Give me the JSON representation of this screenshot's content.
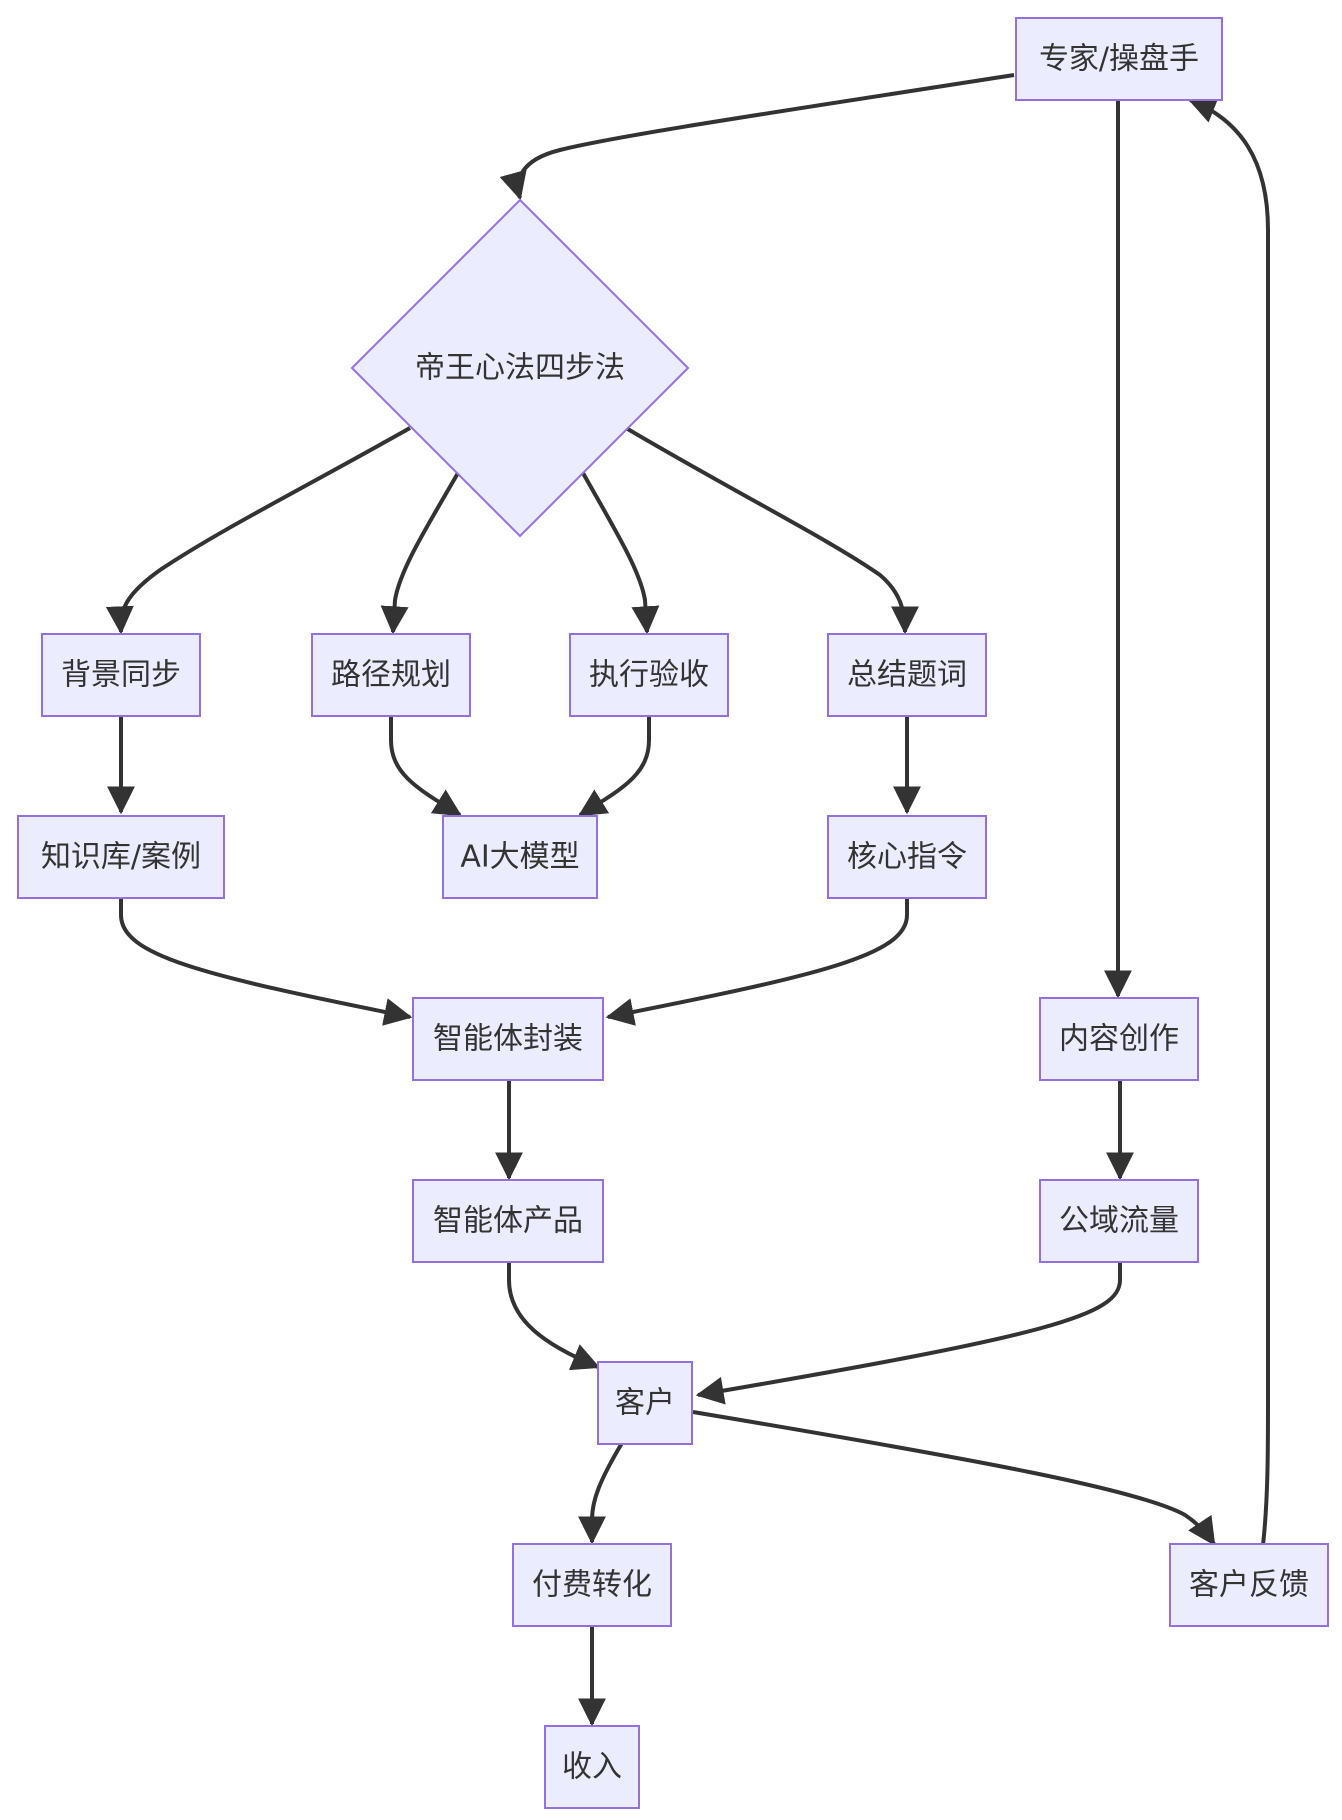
{
  "colors": {
    "node_fill": "#ECECFF",
    "node_border": "#9370DB",
    "edge": "#333333",
    "text": "#333333"
  },
  "nodes": {
    "expert": "专家/操盘手",
    "method": "帝王心法四步法",
    "background": "背景同步",
    "path": "路径规划",
    "execute": "执行验收",
    "summary": "总结题词",
    "knowledge": "知识库/案例",
    "ai_model": "AI大模型",
    "core": "核心指令",
    "package": "智能体封装",
    "content": "内容创作",
    "product": "智能体产品",
    "traffic": "公域流量",
    "customer": "客户",
    "payment": "付费转化",
    "feedback": "客户反馈",
    "income": "收入"
  },
  "edges": [
    {
      "from": "expert",
      "to": "method"
    },
    {
      "from": "expert",
      "to": "content"
    },
    {
      "from": "method",
      "to": "background"
    },
    {
      "from": "method",
      "to": "path"
    },
    {
      "from": "method",
      "to": "execute"
    },
    {
      "from": "method",
      "to": "summary"
    },
    {
      "from": "background",
      "to": "knowledge"
    },
    {
      "from": "path",
      "to": "ai_model"
    },
    {
      "from": "execute",
      "to": "ai_model"
    },
    {
      "from": "summary",
      "to": "core"
    },
    {
      "from": "knowledge",
      "to": "package"
    },
    {
      "from": "core",
      "to": "package"
    },
    {
      "from": "package",
      "to": "product"
    },
    {
      "from": "content",
      "to": "traffic"
    },
    {
      "from": "product",
      "to": "customer"
    },
    {
      "from": "traffic",
      "to": "customer"
    },
    {
      "from": "customer",
      "to": "payment"
    },
    {
      "from": "customer",
      "to": "feedback"
    },
    {
      "from": "payment",
      "to": "income"
    },
    {
      "from": "feedback",
      "to": "expert"
    }
  ]
}
